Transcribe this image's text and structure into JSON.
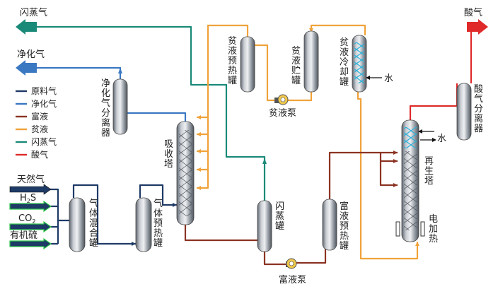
{
  "colors": {
    "raw_gas": "#1e3a66",
    "purified_gas": "#3a78c2",
    "rich_liquid": "#8b3322",
    "lean_liquid": "#f0a23a",
    "flash_gas": "#1a8a78",
    "acid_gas": "#e02a2a"
  },
  "outputs": {
    "flash_gas": "闪蒸气",
    "purified_gas": "净化气",
    "acid_gas": "酸气"
  },
  "inputs": {
    "natural_gas": "天然气",
    "h2s_main": "H",
    "h2s_sub": "2",
    "h2s_tail": "S",
    "co2_main": "CO",
    "co2_sub": "2",
    "organic_sulfur": "有机硫"
  },
  "legend": [
    {
      "label": "原料气",
      "color": "#1e3a66"
    },
    {
      "label": "净化气",
      "color": "#3a78c2"
    },
    {
      "label": "富液",
      "color": "#8b3322"
    },
    {
      "label": "贫液",
      "color": "#f0a23a"
    },
    {
      "label": "闪蒸气",
      "color": "#1a8a78"
    },
    {
      "label": "酸气",
      "color": "#e02a2a"
    }
  ],
  "vessels": {
    "gas_mixing_tank": [
      "气",
      "体",
      "混",
      "合",
      "罐"
    ],
    "gas_preheat_tank": [
      "气",
      "体",
      "预",
      "热",
      "罐"
    ],
    "absorber": [
      "吸",
      "收",
      "塔"
    ],
    "purified_gas_separator": [
      "净",
      "化",
      "气",
      "分",
      "离",
      "器"
    ],
    "lean_preheat_tank": [
      "贫",
      "液",
      "预",
      "热",
      "罐"
    ],
    "lean_storage_tank": [
      "贫",
      "液",
      "贮",
      "罐"
    ],
    "lean_cooler": [
      "贫",
      "液",
      "冷",
      "却",
      "罐"
    ],
    "flash_tank": [
      "闪",
      "蒸",
      "罐"
    ],
    "rich_preheat_tank": [
      "富",
      "液",
      "预",
      "热",
      "罐"
    ],
    "regenerator": [
      "再",
      "生",
      "塔"
    ],
    "electric_heater": [
      "电",
      "加",
      "热"
    ],
    "acid_gas_separator": [
      "酸",
      "气",
      "分",
      "离",
      "器"
    ]
  },
  "pumps": {
    "lean_pump": "贫液泵",
    "rich_pump": "富液泵"
  },
  "water_labels": {
    "cooler_water": "水",
    "regenerator_water": "水"
  }
}
